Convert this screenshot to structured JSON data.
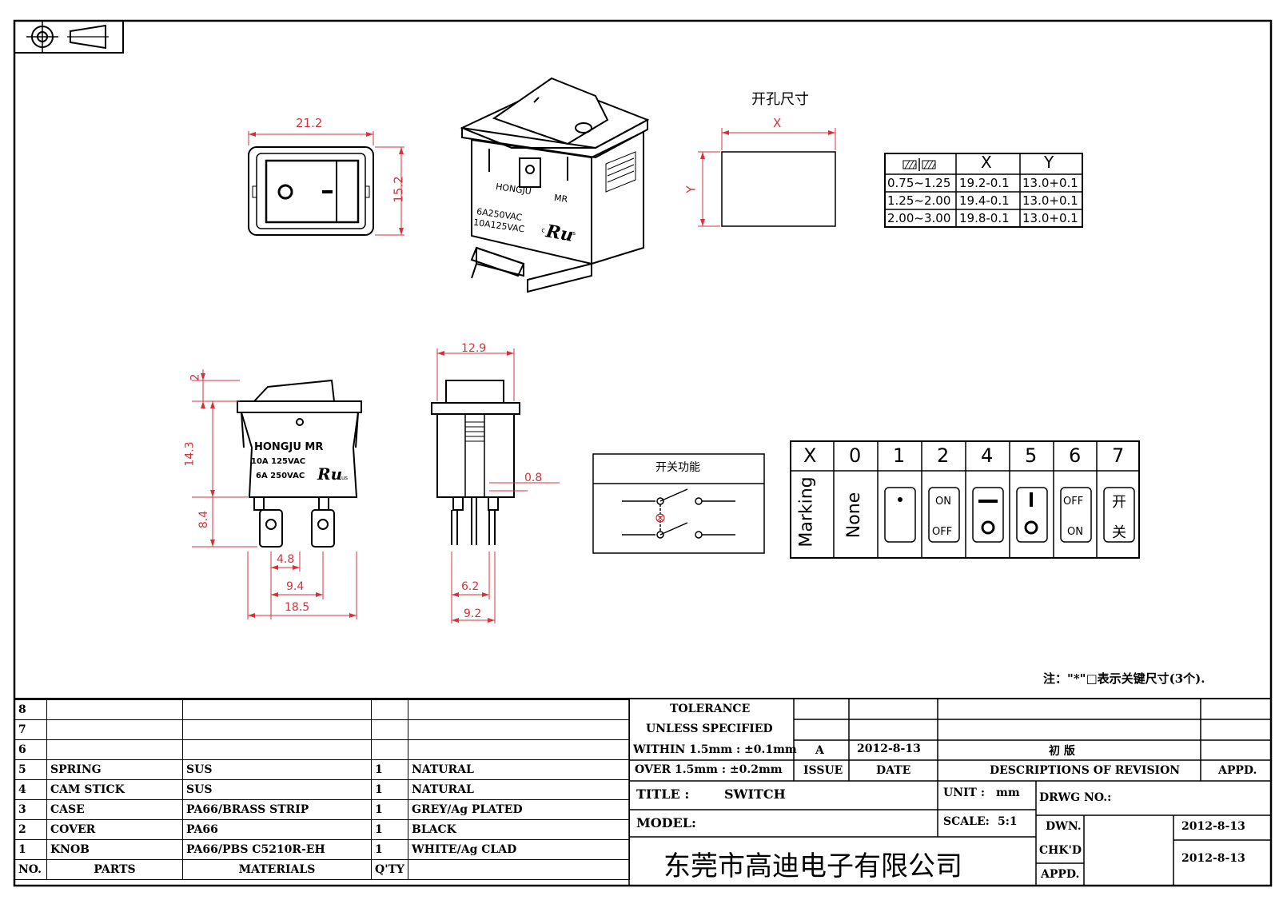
{
  "top_views": {
    "front_width": "21.2",
    "front_height": "15.2",
    "iso_brand": "HONGJU",
    "iso_model": "MR",
    "iso_rating_1": "6A250VAC",
    "iso_rating_2": "10A125VAC",
    "iso_cert_sub": "us"
  },
  "cutout": {
    "title": "开孔尺寸",
    "x_label": "X",
    "y_label": "Y",
    "table": {
      "headers": [
        "",
        "X",
        "Y"
      ],
      "rows": [
        [
          "0.75~1.25",
          "19.2-0.1",
          "13.0+0.1"
        ],
        [
          "1.25~2.00",
          "19.4-0.1",
          "13.0+0.1"
        ],
        [
          "2.00~3.00",
          "19.8-0.1",
          "13.0+0.1"
        ]
      ]
    }
  },
  "side_views": {
    "dim_2": "2",
    "dim_14_3": "14.3",
    "dim_8_4": "8.4",
    "dim_4_8": "4.8",
    "dim_9_4": "9.4",
    "dim_18_5": "18.5",
    "brand": "HONGJU MR",
    "rating_1": "10A 125VAC",
    "rating_2": "6A 250VAC",
    "dim_12_9": "12.9",
    "dim_0_8": "0.8",
    "dim_6_2": "6.2",
    "dim_9_2": "9.2"
  },
  "function": {
    "title": "开关功能"
  },
  "marking": {
    "headers": [
      "X",
      "0",
      "1",
      "2",
      "4",
      "5",
      "6",
      "7"
    ],
    "row_label_1": "Marking",
    "row_label_2": "None",
    "cell_2": [
      "ON",
      "OFF"
    ],
    "cell_6": [
      "OFF",
      "ON"
    ],
    "cell_7": [
      "开",
      "关"
    ]
  },
  "note": "注：\"*\"□表示关键尺寸(3个).",
  "bom": {
    "rows": [
      {
        "no": "8",
        "part": "",
        "material": "",
        "qty": "",
        "finish": ""
      },
      {
        "no": "7",
        "part": "",
        "material": "",
        "qty": "",
        "finish": ""
      },
      {
        "no": "6",
        "part": "",
        "material": "",
        "qty": "",
        "finish": ""
      },
      {
        "no": "5",
        "part": "SPRING",
        "material": "SUS",
        "qty": "1",
        "finish": "NATURAL"
      },
      {
        "no": "4",
        "part": "CAM STICK",
        "material": "SUS",
        "qty": "1",
        "finish": "NATURAL"
      },
      {
        "no": "3",
        "part": "CASE",
        "material": "PA66/BRASS STRIP",
        "qty": "1",
        "finish": "GREY/Ag PLATED"
      },
      {
        "no": "2",
        "part": "COVER",
        "material": "PA66",
        "qty": "1",
        "finish": "BLACK"
      },
      {
        "no": "1",
        "part": "KNOB",
        "material": "PA66/PBS C5210R-EH",
        "qty": "1",
        "finish": "WHITE/Ag CLAD"
      }
    ],
    "header": {
      "no": "NO.",
      "part": "PARTS",
      "material": "MATERIALS",
      "qty": "Q'TY"
    }
  },
  "title_block": {
    "tol_1": "TOLERANCE",
    "tol_2": "UNLESS SPECIFIED",
    "tol_3": "WITHIN 1.5mm : ±0.1mm",
    "tol_4": "OVER 1.5mm : ±0.2mm",
    "issue_val": "A",
    "date_val": "2012-8-13",
    "rev_desc": "初 版",
    "issue": "ISSUE",
    "date": "DATE",
    "desc": "DESCRIPTIONS OF REVISION",
    "appd": "APPD.",
    "title_label": "TITLE :",
    "title_val": "SWITCH",
    "unit_label": "UNIT :",
    "unit_val": "mm",
    "drwg_no": "DRWG NO.:",
    "model": "MODEL:",
    "scale_label": "SCALE:",
    "scale_val": "5:1",
    "dwn": "DWN.",
    "dwn_date": "2012-8-13",
    "chkd": "CHK'D",
    "chkd_date": "2012-8-13",
    "appd2": "APPD.",
    "company": "东莞市高迪电子有限公司"
  }
}
